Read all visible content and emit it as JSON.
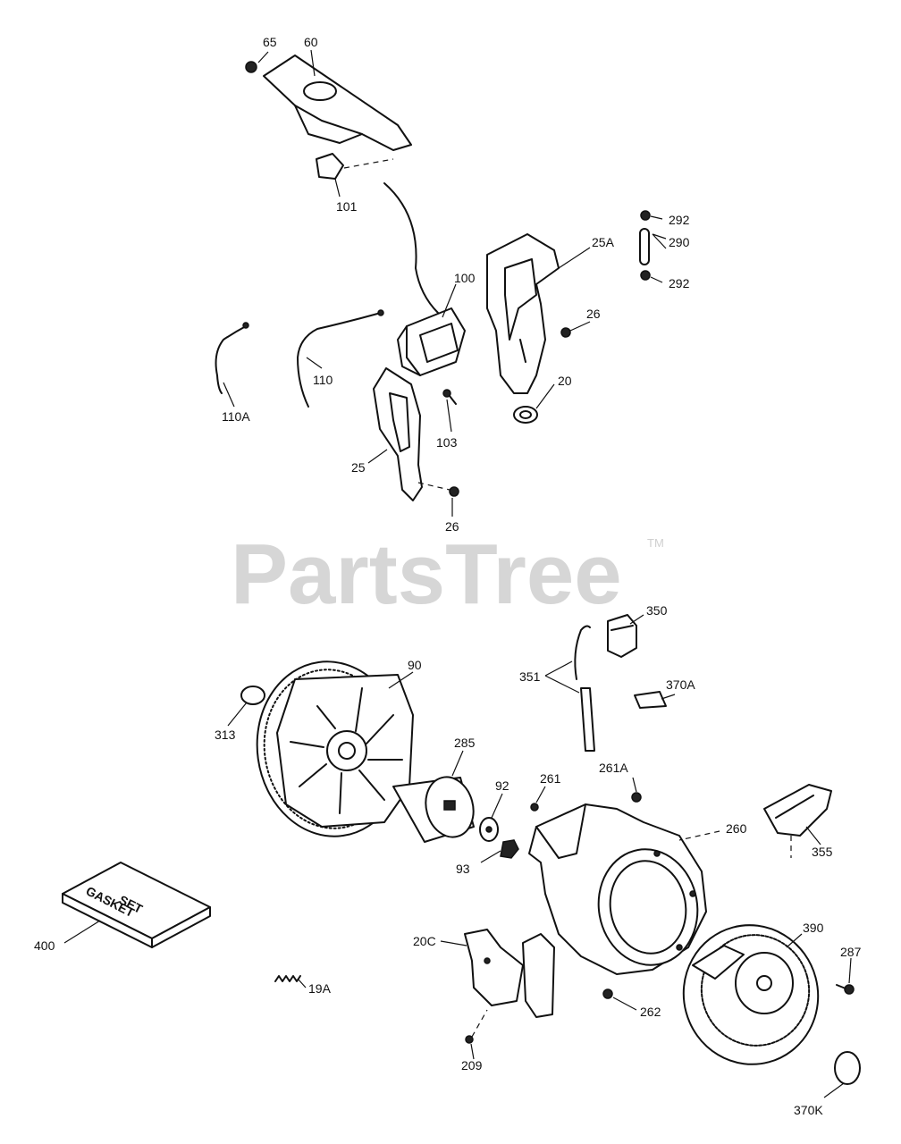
{
  "watermark": {
    "text": "PartsTree",
    "trademark": "TM"
  },
  "gasket_box": {
    "line1": "GASKET",
    "line2": "SET"
  },
  "labels": {
    "l65": "65",
    "l60": "60",
    "l101": "101",
    "l292a": "292",
    "l290": "290",
    "l292b": "292",
    "l25A": "25A",
    "l100": "100",
    "l26a": "26",
    "l110": "110",
    "l110A": "110A",
    "l20": "20",
    "l103": "103",
    "l25": "25",
    "l26b": "26",
    "l350": "350",
    "l351": "351",
    "l370A": "370A",
    "l90": "90",
    "l313": "313",
    "l285": "285",
    "l261": "261",
    "l261A": "261A",
    "l92": "92",
    "l260": "260",
    "l355": "355",
    "l93": "93",
    "l390": "390",
    "l400": "400",
    "l20C": "20C",
    "l287": "287",
    "l19A": "19A",
    "l262": "262",
    "l209": "209",
    "l370K": "370K"
  }
}
